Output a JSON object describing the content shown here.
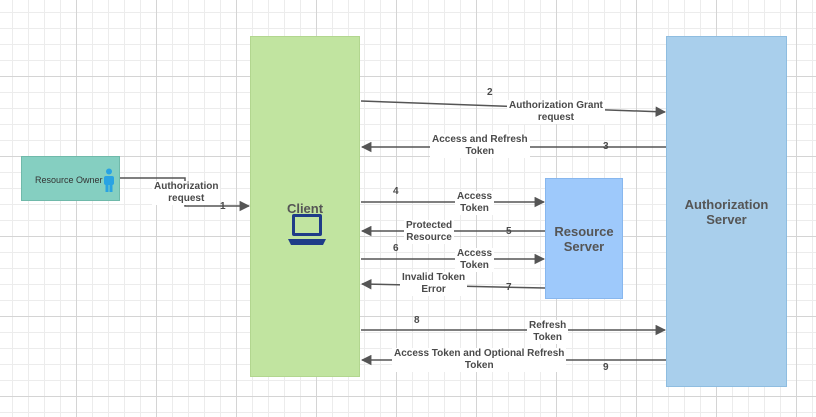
{
  "nodes": {
    "client": "Client",
    "auth_server": "Authorization\nServer",
    "resource_server": "Resource\nServer",
    "resource_owner": "Resource Owner"
  },
  "edges": [
    {
      "step": "1",
      "label": "Authorization\nrequest"
    },
    {
      "step": "2",
      "label": "Authorization Grant\nrequest"
    },
    {
      "step": "3",
      "label": "Access and Refresh\nToken"
    },
    {
      "step": "4",
      "label": "Access\nToken"
    },
    {
      "step": "5",
      "label": "Protected\nResource"
    },
    {
      "step": "6",
      "label": "Access\nToken"
    },
    {
      "step": "7",
      "label": "Invalid Token\nError"
    },
    {
      "step": "8",
      "label": "Refresh\nToken"
    },
    {
      "step": "9",
      "label": "Access Token and Optional Refresh\nToken"
    }
  ],
  "icons": {
    "client": "laptop-icon",
    "resource_owner": "person-icon"
  },
  "colors": {
    "client": "#c1e4a0",
    "auth_server": "#a9cfec",
    "resource_server": "#9ec9fb",
    "resource_owner": "#85cfc1",
    "laptop": "#1f3c88",
    "person": "#29a3e3",
    "arrow": "#555555"
  }
}
